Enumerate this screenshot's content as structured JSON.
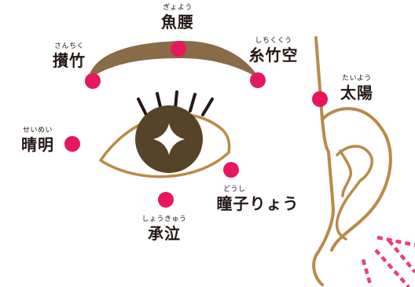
{
  "points": [
    {
      "id": "gyoyou",
      "furigana": "ぎょよう",
      "name": "魚腰"
    },
    {
      "id": "sanchiku",
      "furigana": "さんちく",
      "name": "攅竹"
    },
    {
      "id": "shichikukuu",
      "furigana": "しちくくう",
      "name": "糸竹空"
    },
    {
      "id": "taiyou",
      "furigana": "たいよう",
      "name": "太陽"
    },
    {
      "id": "seimei",
      "furigana": "せいめい",
      "name": "晴明"
    },
    {
      "id": "doushiryou",
      "furigana": "どうし",
      "name": "瞳子りょう"
    },
    {
      "id": "shoukyuu",
      "furigana": "しょうきゅう",
      "name": "承泣"
    }
  ],
  "colors": {
    "point": "#e6175b",
    "brow": "#8a6b48",
    "outline": "#b98a4a",
    "iris": "#574328",
    "text": "#231815",
    "stripes": "#e8416f"
  }
}
